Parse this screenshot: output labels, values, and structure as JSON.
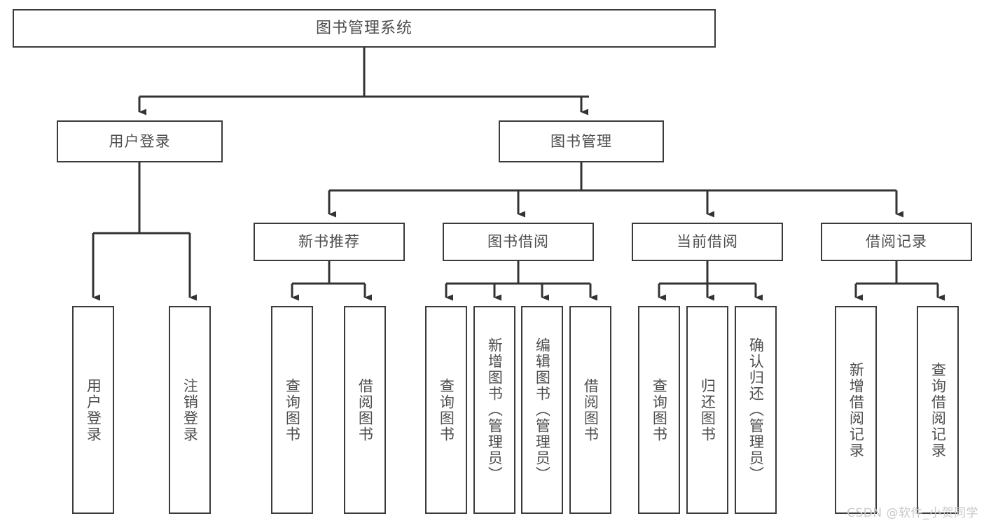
{
  "diagram": {
    "title": "图书管理系统",
    "type": "tree",
    "watermark": "CSDN @软件_小贺同学",
    "colors": {
      "box_border": "#3b3b3b",
      "box_fill": "#ffffff",
      "text": "#4d4d4d",
      "edge": "#333333",
      "watermark": "#c9c9c9"
    },
    "nodes": {
      "root": {
        "label": "图书管理系统",
        "level": 1
      },
      "l2": [
        {
          "id": "user-login",
          "label": "用户登录",
          "level": 2
        },
        {
          "id": "book-management",
          "label": "图书管理",
          "level": 2
        }
      ],
      "l3": [
        {
          "id": "new-book-recommend",
          "label": "新书推荐",
          "level": 3,
          "parent": "book-management"
        },
        {
          "id": "book-borrow",
          "label": "图书借阅",
          "level": 3,
          "parent": "book-management"
        },
        {
          "id": "current-borrow",
          "label": "当前借阅",
          "level": 3,
          "parent": "book-management"
        },
        {
          "id": "borrow-record",
          "label": "借阅记录",
          "level": 3,
          "parent": "book-management"
        }
      ],
      "leaves": [
        {
          "id": "leaf-user-login",
          "label": "用户登录",
          "parent": "user-login"
        },
        {
          "id": "leaf-logout-login",
          "label": "注销登录",
          "parent": "user-login"
        },
        {
          "id": "leaf-query-book-1",
          "label": "查询图书",
          "parent": "new-book-recommend"
        },
        {
          "id": "leaf-borrow-book-1",
          "label": "借阅图书",
          "parent": "new-book-recommend"
        },
        {
          "id": "leaf-query-book-2",
          "label": "查询图书",
          "parent": "book-borrow"
        },
        {
          "id": "leaf-add-book",
          "label": "新增图书（管理员）",
          "parent": "book-borrow"
        },
        {
          "id": "leaf-edit-book",
          "label": "编辑图书（管理员）",
          "parent": "book-borrow"
        },
        {
          "id": "leaf-borrow-book-2",
          "label": "借阅图书",
          "parent": "book-borrow"
        },
        {
          "id": "leaf-query-book-3",
          "label": "查询图书",
          "parent": "current-borrow"
        },
        {
          "id": "leaf-return-book",
          "label": "归还图书",
          "parent": "current-borrow"
        },
        {
          "id": "leaf-confirm-return",
          "label": "确认归还（管理员）",
          "parent": "current-borrow"
        },
        {
          "id": "leaf-add-record",
          "label": "新增借阅记录",
          "parent": "borrow-record"
        },
        {
          "id": "leaf-query-record",
          "label": "查询借阅记录",
          "parent": "borrow-record"
        }
      ]
    }
  }
}
